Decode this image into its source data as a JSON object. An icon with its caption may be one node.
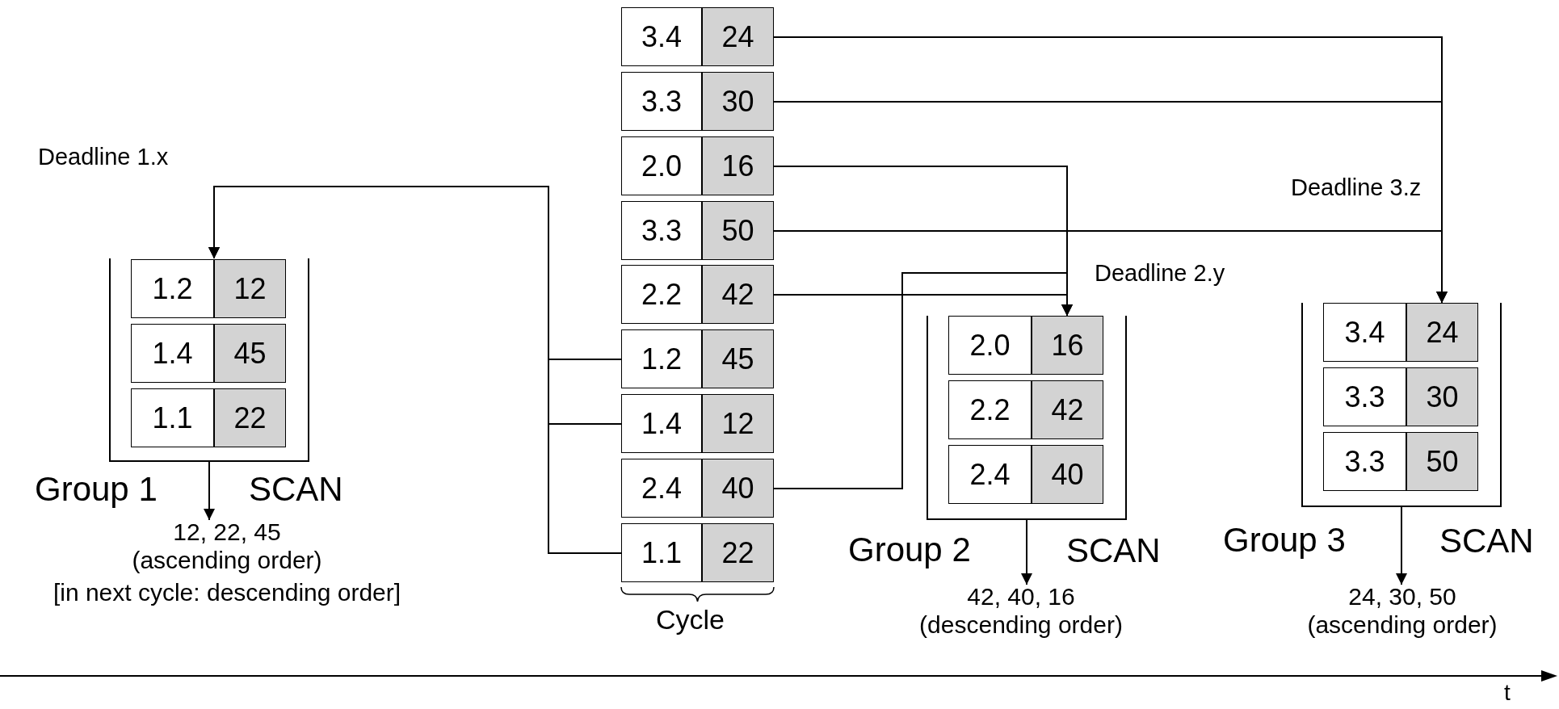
{
  "diagram": {
    "nodes": [
      {
        "text": [
          "3.4",
          "24"
        ]
      },
      {
        "text": [
          "3.3",
          "30"
        ]
      },
      {
        "text": [
          "2.0",
          "16"
        ]
      },
      {
        "text": [
          "3.3",
          "50"
        ]
      },
      {
        "text": [
          "2.2",
          "42"
        ]
      },
      {
        "text": [
          "1.2",
          "45"
        ]
      },
      {
        "text": [
          "1.4",
          "12"
        ]
      },
      {
        "text": [
          "2.4",
          "40"
        ]
      },
      {
        "text": [
          "1.1",
          "22"
        ]
      },
      {
        "text": [],
        "shape": "box",
        "beside": [
          "Group 1"
        ]
      },
      {
        "text": [
          "1.2",
          "12"
        ],
        "in": 9
      },
      {
        "text": [
          "1.4",
          "45"
        ],
        "in": 9
      },
      {
        "text": [
          "1.1",
          "22"
        ],
        "in": 9
      },
      {
        "text": [
          "12, 22, 45",
          "(ascending order)",
          "[in next cycle: descending order]"
        ]
      },
      {
        "text": [],
        "shape": "box",
        "beside": [
          "Group 2"
        ]
      },
      {
        "text": [
          "2.0",
          "16"
        ],
        "in": 14
      },
      {
        "text": [
          "2.2",
          "42"
        ],
        "in": 14
      },
      {
        "text": [
          "2.4",
          "40"
        ],
        "in": 14
      },
      {
        "text": [
          "42, 40, 16",
          "(descending order)"
        ]
      },
      {
        "text": [],
        "shape": "box",
        "beside": [
          "Group 3"
        ]
      },
      {
        "text": [
          "3.4",
          "24"
        ],
        "in": 19
      },
      {
        "text": [
          "3.3",
          "30"
        ],
        "in": 19
      },
      {
        "text": [
          "3.3",
          "50"
        ],
        "in": 19
      },
      {
        "text": [
          "24, 30, 50",
          "(ascending order)"
        ]
      }
    ],
    "edges": [
      {
        "from": 0,
        "to": 19,
        "arrow": "to"
      },
      {
        "from": 1,
        "to": 19,
        "arrow": "to"
      },
      {
        "from": 2,
        "to": 14,
        "arrow": "to"
      },
      {
        "from": 3,
        "to": 19,
        "arrow": "to"
      },
      {
        "from": 4,
        "to": 14,
        "arrow": "to"
      },
      {
        "from": 5,
        "to": 9,
        "arrow": "to"
      },
      {
        "from": 6,
        "to": 9,
        "arrow": "to"
      },
      {
        "from": 7,
        "to": 14,
        "arrow": "to"
      },
      {
        "from": 8,
        "to": 9,
        "arrow": "to"
      },
      {
        "from": 9,
        "to": 13,
        "arrow": "to"
      },
      {
        "from": 14,
        "to": 18,
        "arrow": "to"
      },
      {
        "from": 19,
        "to": 23,
        "arrow": "to"
      }
    ],
    "labels": [
      "Deadline 1.x",
      "Deadline 3.z",
      "Deadline 2.y",
      "SCAN",
      "SCAN",
      "SCAN",
      "Cycle",
      "t"
    ]
  }
}
